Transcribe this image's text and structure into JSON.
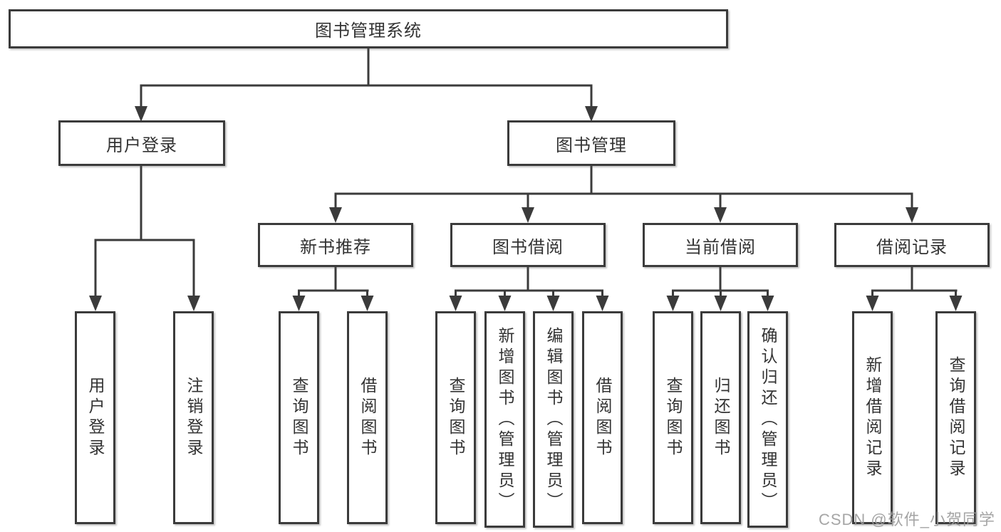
{
  "diagram": {
    "root": {
      "label": "图书管理系统"
    },
    "branches": {
      "user": {
        "label": "用户登录",
        "children": [
          {
            "label": "用户登录"
          },
          {
            "label": "注销登录"
          }
        ]
      },
      "books": {
        "label": "图书管理",
        "children": [
          {
            "label": "新书推荐",
            "children": [
              {
                "label": "查询图书"
              },
              {
                "label": "借阅图书"
              }
            ]
          },
          {
            "label": "图书借阅",
            "children": [
              {
                "label": "查询图书"
              },
              {
                "label": "新增图书（管理员）"
              },
              {
                "label": "编辑图书（管理员）"
              },
              {
                "label": "借阅图书"
              }
            ]
          },
          {
            "label": "当前借阅",
            "children": [
              {
                "label": "查询图书"
              },
              {
                "label": "归还图书"
              },
              {
                "label": "确认归还（管理员）"
              }
            ]
          },
          {
            "label": "借阅记录",
            "children": [
              {
                "label": "新增借阅记录"
              },
              {
                "label": "查询借阅记录"
              }
            ]
          }
        ]
      }
    }
  },
  "watermark": "CSDN @软件_小贺同学",
  "colors": {
    "line": "#3b3b3b",
    "text": "#333333",
    "box_background": "#ffffff",
    "watermark": "#9c9c9c"
  }
}
